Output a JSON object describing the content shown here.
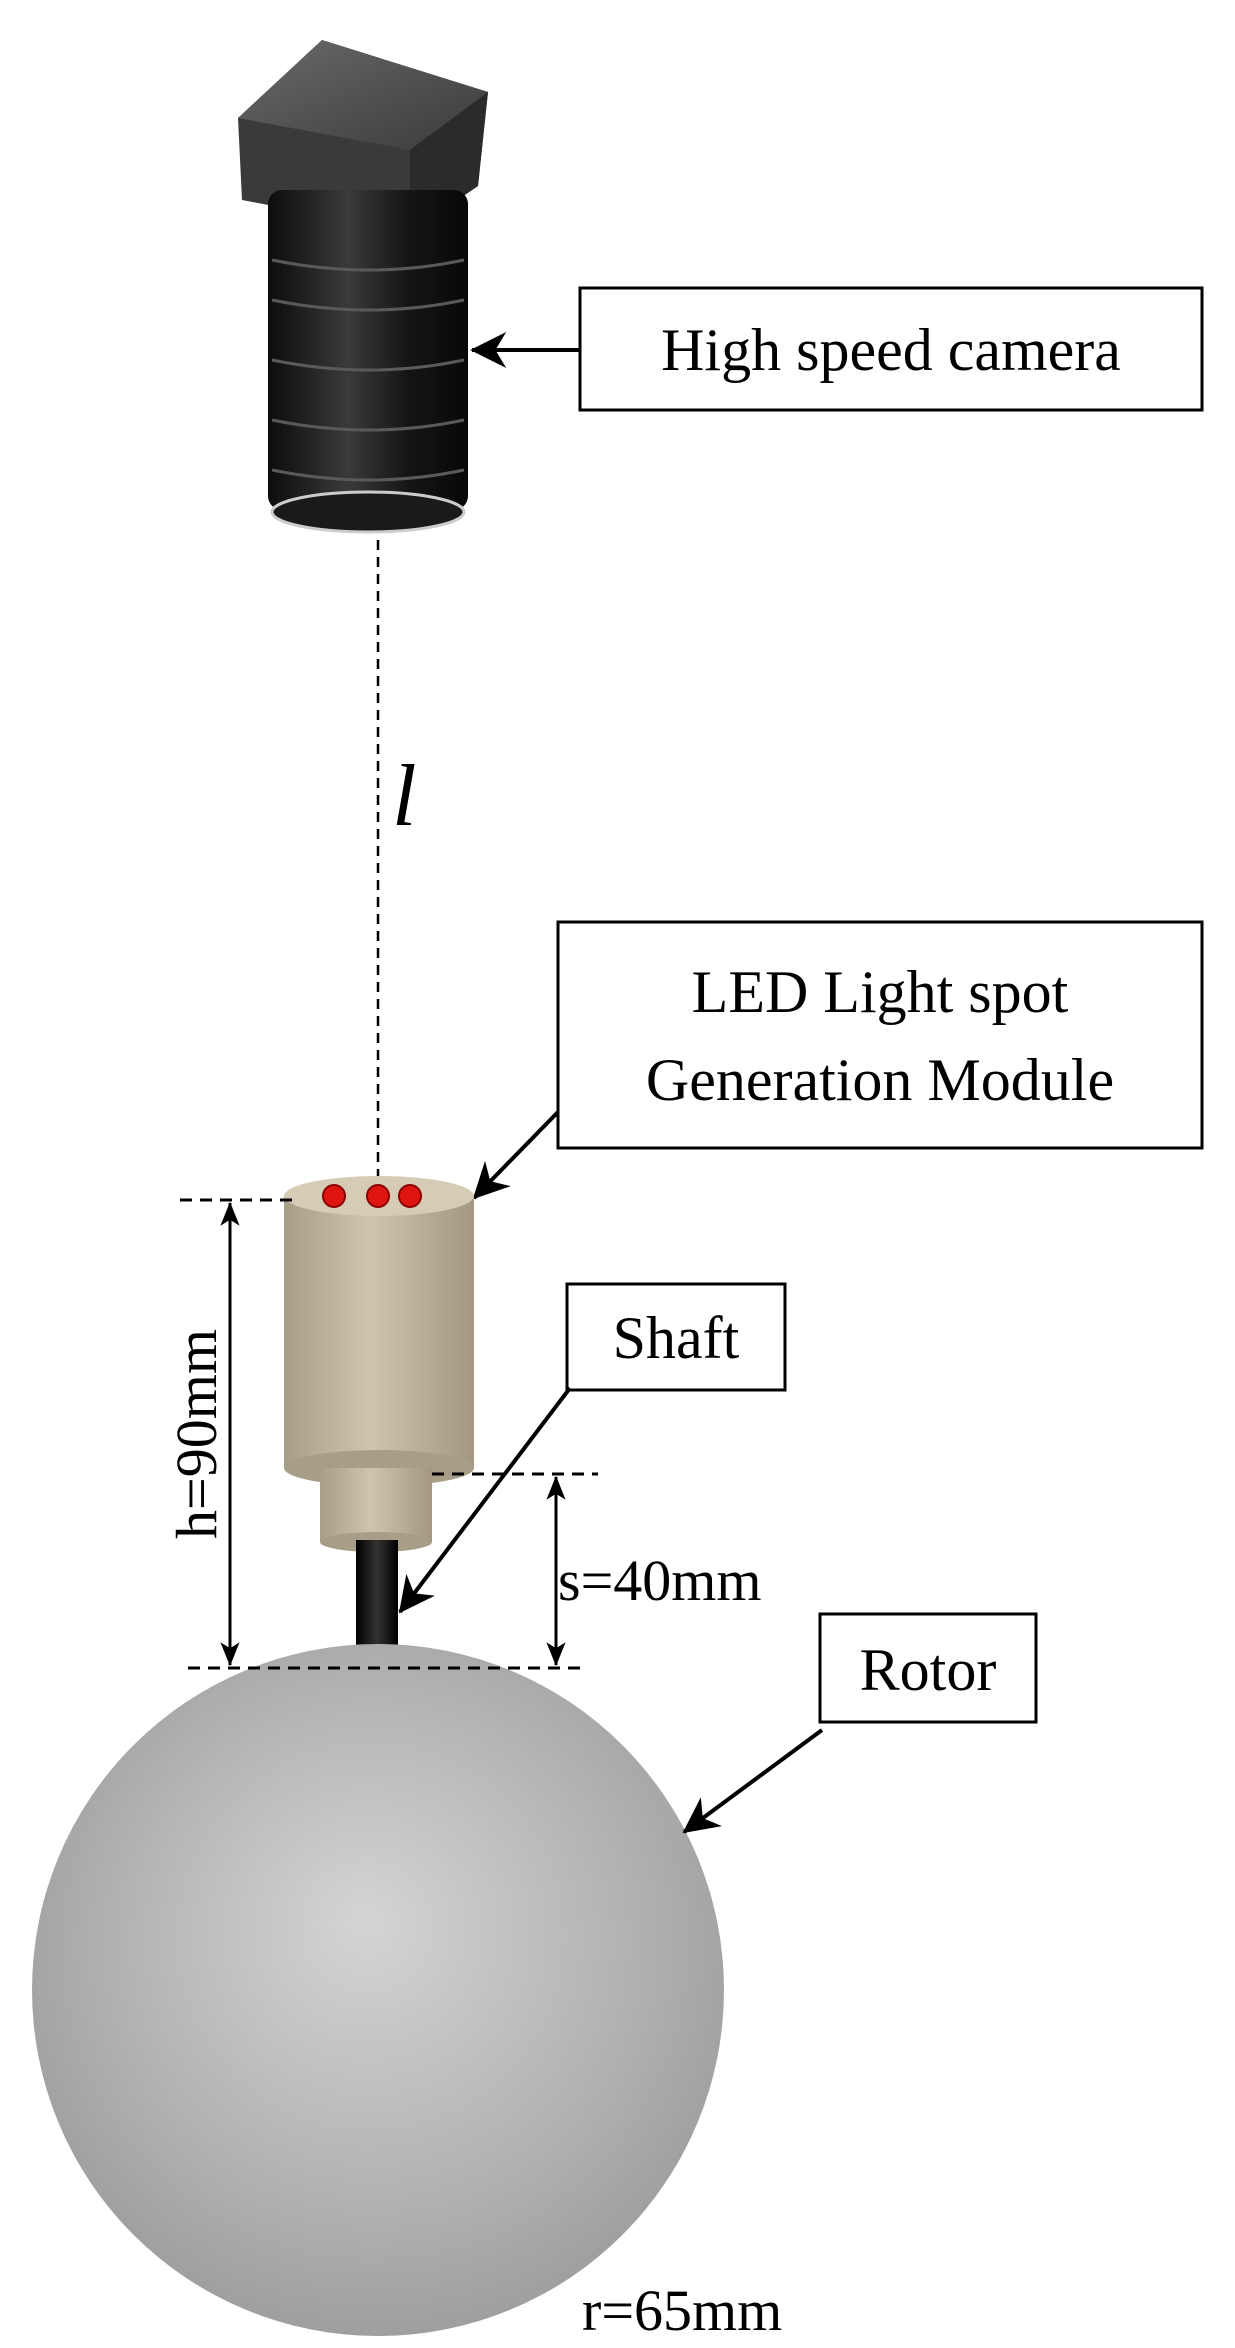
{
  "labels": {
    "camera": "High speed camera",
    "led_line1": "LED Light spot",
    "led_line2": "Generation Module",
    "shaft": "Shaft",
    "rotor": "Rotor"
  },
  "dimensions": {
    "distance": "l",
    "height": "h=90mm",
    "shaft_length": "s=40mm",
    "radius": "r=65mm"
  },
  "colors": {
    "led_dot": "#e0150f",
    "module_body": "#bdb29b",
    "camera_body": "#2a2a2a",
    "rotor": "#b4b4b4"
  }
}
